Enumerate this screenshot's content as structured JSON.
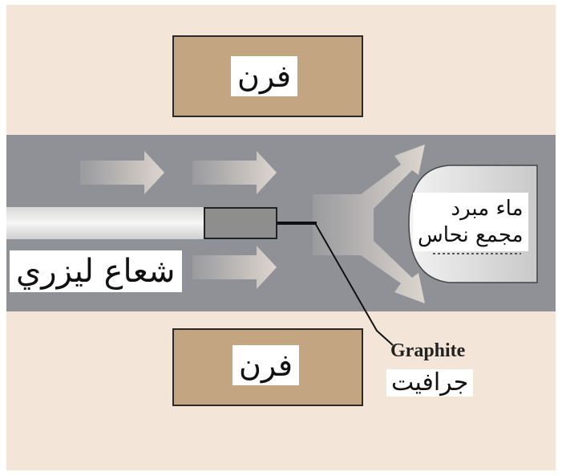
{
  "labels": {
    "furnace_top": "فرن",
    "furnace_bottom": "فرن",
    "laser_beam": "شعاع ليزري",
    "collector_line1": "ماء مبرد",
    "collector_line2": "مجمع نحاس",
    "graphite_en": "Graphite",
    "graphite_ar": "جرافيت"
  },
  "colors": {
    "background": "#f3e5d8",
    "furnace": "#c4a582",
    "tube": "#8f9196",
    "beam": "#eeeeee",
    "arrow": "#d9d2cc",
    "collector": "#d6d6d6"
  }
}
